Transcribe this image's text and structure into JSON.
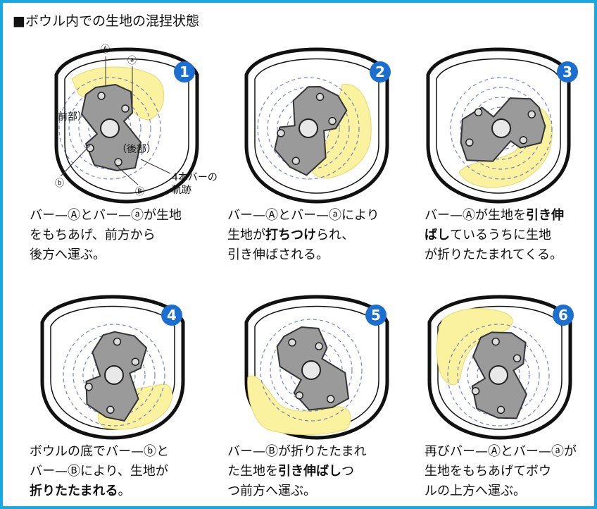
{
  "title": "■ボウル内での生地の混捏状態",
  "colors": {
    "frame": "#1aa8e0",
    "bowl_stroke": "#111111",
    "dough": "#fbf2a0",
    "dough_stroke": "#e6d870",
    "bar": "#9a9a9a",
    "orbit": "#5a63c8",
    "badge": "#1a6fd0"
  },
  "panels": [
    {
      "number": "1",
      "labels": {
        "A": "Ⓐ",
        "a": "ⓐ",
        "b": "ⓑ",
        "B": "Ⓑ",
        "front": "（前部）",
        "back": "（後部）",
        "track_line1": "4本バーの",
        "track_line2": "軌跡"
      },
      "caption": [
        [
          {
            "t": "バー—Ⓐとバー—ⓐが生地",
            "b": false
          }
        ],
        [
          {
            "t": "をもちあげ、前方から",
            "b": false
          }
        ],
        [
          {
            "t": "後方へ運ぶ。",
            "b": false
          }
        ]
      ]
    },
    {
      "number": "2",
      "caption": [
        [
          {
            "t": "バー—Ⓐとバー—ⓐにより",
            "b": false
          }
        ],
        [
          {
            "t": "生地が",
            "b": false
          },
          {
            "t": "打ちつけ",
            "b": true
          },
          {
            "t": "られ、",
            "b": false
          }
        ],
        [
          {
            "t": "引き伸ばされる。",
            "b": false
          }
        ]
      ]
    },
    {
      "number": "3",
      "caption": [
        [
          {
            "t": "バー—Ⓐが生地を",
            "b": false
          },
          {
            "t": "引き伸",
            "b": true
          }
        ],
        [
          {
            "t": "ばし",
            "b": true
          },
          {
            "t": "ているうちに生地",
            "b": false
          }
        ],
        [
          {
            "t": "が折りたたまれてくる。",
            "b": false
          }
        ]
      ]
    },
    {
      "number": "4",
      "caption": [
        [
          {
            "t": "ボウルの底でバー—ⓑと",
            "b": false
          }
        ],
        [
          {
            "t": "バー—Ⓑにより、生地が",
            "b": false
          }
        ],
        [
          {
            "t": "折りたたまれる",
            "b": true
          },
          {
            "t": "。",
            "b": false
          }
        ]
      ]
    },
    {
      "number": "5",
      "caption": [
        [
          {
            "t": "バー—Ⓑが折りたたまれ",
            "b": false
          }
        ],
        [
          {
            "t": "た生地を",
            "b": false
          },
          {
            "t": "引き伸ばし",
            "b": true
          },
          {
            "t": "つ",
            "b": false
          }
        ],
        [
          {
            "t": "つ前方へ運ぶ。",
            "b": false
          }
        ]
      ]
    },
    {
      "number": "6",
      "caption": [
        [
          {
            "t": "再びバー—Ⓐとバー—ⓐが",
            "b": false
          }
        ],
        [
          {
            "t": "生地をもちあげてボウ",
            "b": false
          }
        ],
        [
          {
            "t": "ルの上方へ運ぶ。",
            "b": false
          }
        ]
      ]
    }
  ]
}
